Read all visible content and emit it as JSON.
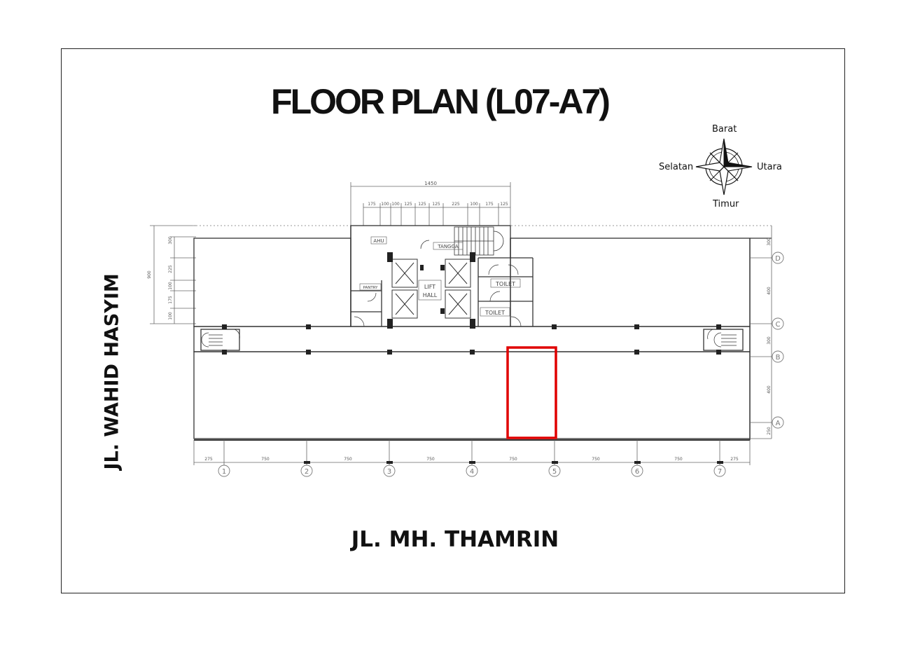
{
  "title": "FLOOR PLAN (L07-A7)",
  "streets": {
    "bottom": "JL. MH. THAMRIN",
    "left": "JL. WAHID HASYIM"
  },
  "compass": {
    "top": "Barat",
    "left": "Selatan",
    "right": "Utara",
    "bottom": "Timur"
  },
  "rooms": {
    "ahu": "AHU",
    "tangga": "TANGGA",
    "pantry": "PANTRY",
    "lift_hall_1": "LIFT",
    "lift_hall_2": "HALL",
    "toilet_1": "TOILET",
    "toilet_2": "TOILET"
  },
  "grid": {
    "columns": [
      "1",
      "2",
      "3",
      "4",
      "5",
      "6",
      "7"
    ],
    "rows": [
      "D",
      "C",
      "B",
      "A"
    ]
  },
  "dimensions": {
    "bottom": [
      "275",
      "750",
      "750",
      "750",
      "750",
      "750",
      "750",
      "275"
    ],
    "top_total": "1450",
    "top_parts": [
      "175",
      "100",
      "100",
      "125",
      "125",
      "125",
      "225",
      "100",
      "175",
      "125"
    ],
    "right": [
      "300",
      "400",
      "300",
      "400",
      "250"
    ],
    "left_total": "900",
    "left_parts": [
      "300",
      "225",
      "100",
      "175",
      "100"
    ]
  },
  "highlight": {
    "color": "#e00000"
  }
}
